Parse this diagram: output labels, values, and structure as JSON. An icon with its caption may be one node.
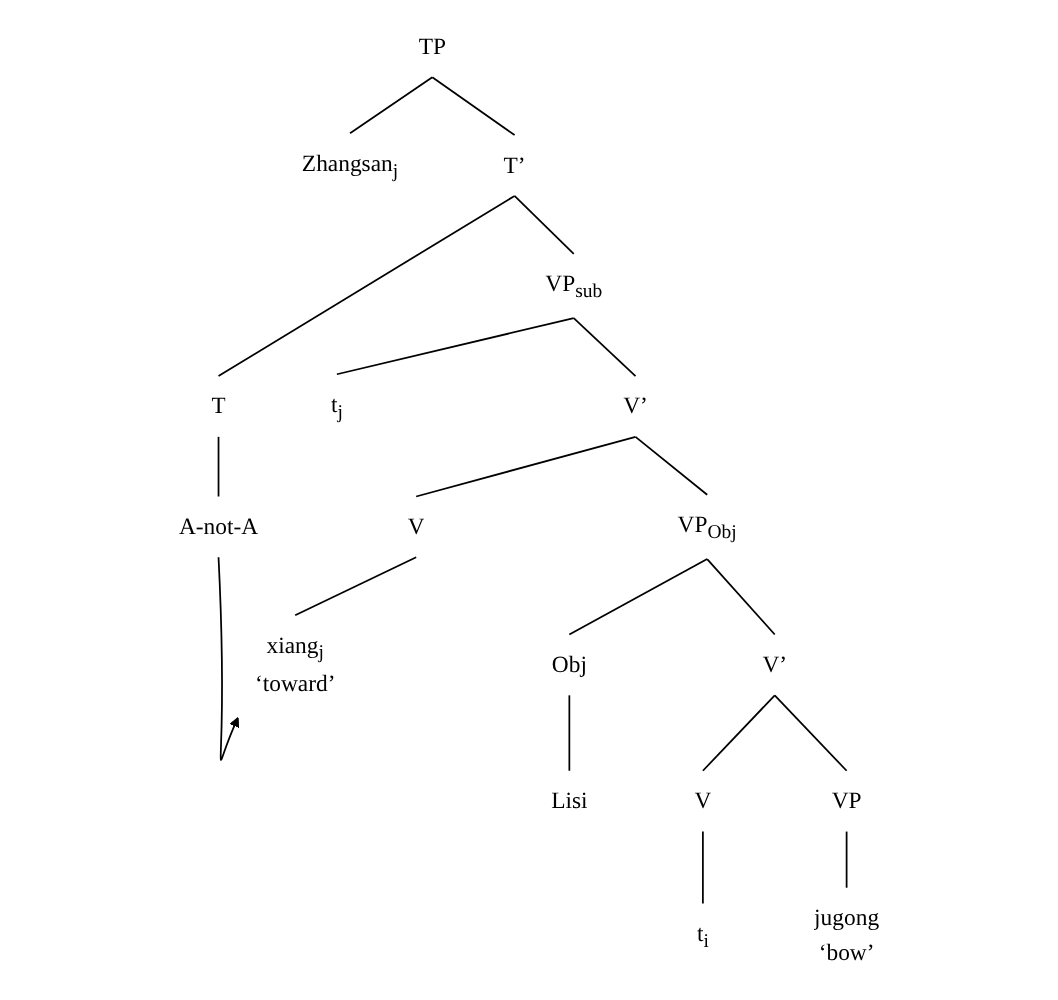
{
  "diagram": {
    "nodes": [
      {
        "text": [
          "TP"
        ]
      },
      {
        "text": [
          "Zhangsan$_{j}$"
        ]
      },
      {
        "text": [
          "T’"
        ]
      },
      {
        "text": [
          "T"
        ]
      },
      {
        "text": [
          "VP$_{sub}$"
        ]
      },
      {
        "text": [
          "A-not-A"
        ]
      },
      {
        "text": [
          "t$_{j}$"
        ]
      },
      {
        "text": [
          "V’"
        ]
      },
      {
        "text": [
          "V"
        ]
      },
      {
        "text": [
          "VP$_{Obj}$"
        ]
      },
      {
        "text": [
          "xiang$_{j}$",
          "‘toward’"
        ]
      },
      {
        "text": [
          "Obj"
        ]
      },
      {
        "text": [
          "V’"
        ]
      },
      {
        "text": [
          "Lisi"
        ]
      },
      {
        "text": [
          "V"
        ]
      },
      {
        "text": [
          "VP"
        ]
      },
      {
        "text": [
          "t$_{i}$"
        ]
      },
      {
        "text": [
          "jugong",
          "‘bow’"
        ]
      }
    ],
    "edges": [
      {
        "from": 0,
        "to": 1,
        "arrow": "none"
      },
      {
        "from": 0,
        "to": 2,
        "arrow": "none"
      },
      {
        "from": 2,
        "to": 3,
        "arrow": "none"
      },
      {
        "from": 2,
        "to": 4,
        "arrow": "none"
      },
      {
        "from": 3,
        "to": 5,
        "arrow": "none"
      },
      {
        "from": 4,
        "to": 6,
        "arrow": "none"
      },
      {
        "from": 4,
        "to": 7,
        "arrow": "none"
      },
      {
        "from": 7,
        "to": 8,
        "arrow": "none"
      },
      {
        "from": 7,
        "to": 9,
        "arrow": "none"
      },
      {
        "from": 8,
        "to": 10,
        "arrow": "none"
      },
      {
        "from": 9,
        "to": 11,
        "arrow": "none"
      },
      {
        "from": 9,
        "to": 12,
        "arrow": "none"
      },
      {
        "from": 11,
        "to": 13,
        "arrow": "none"
      },
      {
        "from": 12,
        "to": 14,
        "arrow": "none"
      },
      {
        "from": 12,
        "to": 15,
        "arrow": "none"
      },
      {
        "from": 14,
        "to": 16,
        "arrow": "none"
      },
      {
        "from": 15,
        "to": 17,
        "arrow": "none"
      },
      {
        "from": 5,
        "to": 10,
        "arrow": "to"
      }
    ]
  }
}
